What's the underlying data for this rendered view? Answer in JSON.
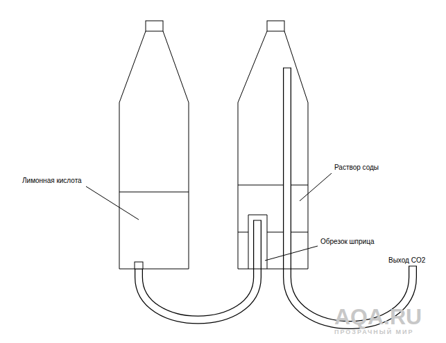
{
  "diagram": {
    "labels": [
      "Лимонная кислота",
      "Раствор соды",
      "Обрезок шприца",
      "Выход CO2",
      "AQA.RU",
      "ПРОЗРАЧНЫЙ МИР"
    ]
  }
}
